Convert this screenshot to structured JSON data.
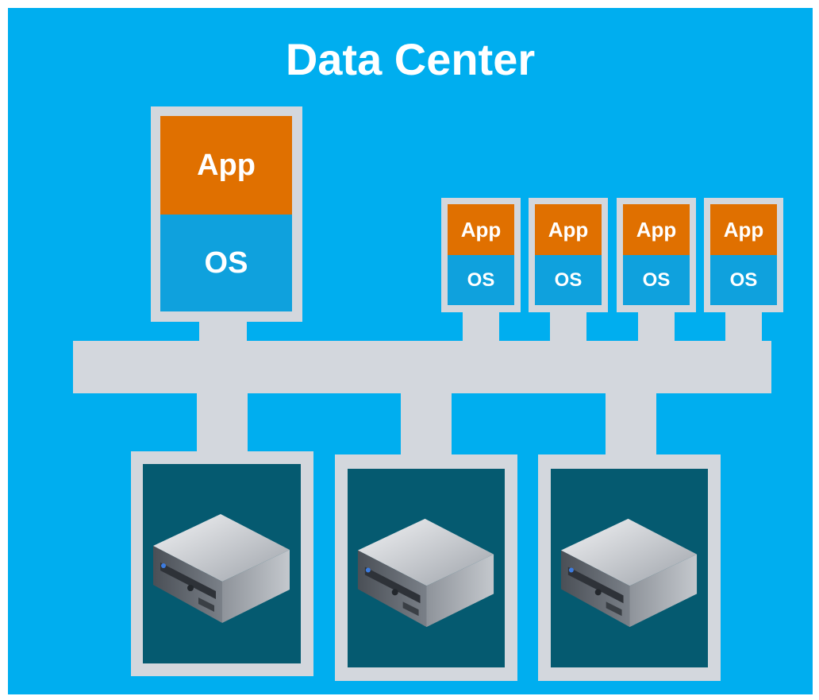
{
  "title": "Data Center",
  "colors": {
    "background": "#00AEEF",
    "frame": "#D3D7DD",
    "app": "#E07000",
    "os": "#0FA1DD",
    "server_panel": "#055A70",
    "text": "#FFFFFF"
  },
  "big_vm": {
    "app_label": "App",
    "os_label": "OS"
  },
  "small_vms": [
    {
      "app_label": "App",
      "os_label": "OS"
    },
    {
      "app_label": "App",
      "os_label": "OS"
    },
    {
      "app_label": "App",
      "os_label": "OS"
    },
    {
      "app_label": "App",
      "os_label": "OS"
    }
  ],
  "servers": [
    {
      "icon": "server-icon"
    },
    {
      "icon": "server-icon"
    },
    {
      "icon": "server-icon"
    }
  ]
}
